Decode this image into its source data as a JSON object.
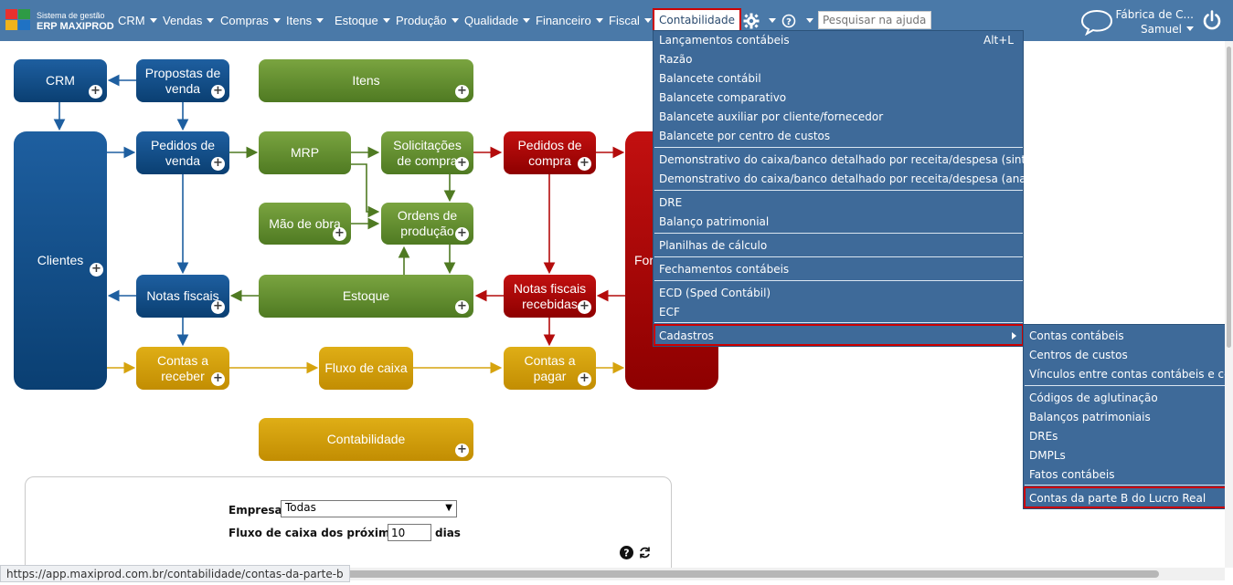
{
  "brand": {
    "line1": "Sistema de gestão",
    "line2": "ERP MAXIPROD"
  },
  "nav": {
    "items": [
      "CRM",
      "Vendas",
      "Compras",
      "Itens",
      "Estoque",
      "Produção",
      "Qualidade",
      "Financeiro",
      "Fiscal"
    ],
    "active": "Contabilidade",
    "search_placeholder": "Pesquisar na ajuda...",
    "company": "Fábrica de C...",
    "user": "Samuel"
  },
  "flow": {
    "crm": "CRM",
    "propostas": "Propostas de venda",
    "itens": "Itens",
    "clientes": "Clientes",
    "pedidos_venda": "Pedidos de venda",
    "mrp": "MRP",
    "solicitacoes": "Solicitações de compra",
    "pedidos_compra": "Pedidos de compra",
    "fornecedores": "For",
    "mao_obra": "Mão de obra",
    "ordens": "Ordens de produção",
    "notas_fiscais": "Notas fiscais",
    "estoque": "Estoque",
    "notas_recebidas": "Notas fiscais recebidas",
    "contas_receber": "Contas a receber",
    "fluxo_caixa": "Fluxo de caixa",
    "contas_pagar": "Contas a pagar",
    "contabilidade": "Contabilidade",
    "plus": "+"
  },
  "panel": {
    "empresa_label": "Empresa",
    "empresa_value": "Todas",
    "fluxo_label": "Fluxo de caixa dos próximos",
    "fluxo_value": "10",
    "dias_label": "dias"
  },
  "menu": {
    "items": [
      "Lançamentos contábeis",
      "Razão",
      "Balancete contábil",
      "Balancete comparativo",
      "Balancete auxiliar por cliente/fornecedor",
      "Balancete por centro de custos",
      "Demonstrativo do caixa/banco detalhado por receita/despesa (sintético)",
      "Demonstrativo do caixa/banco detalhado por receita/despesa (analítico)",
      "DRE",
      "Balanço patrimonial",
      "Planilhas de cálculo",
      "Fechamentos contábeis",
      "ECD (Sped Contábil)",
      "ECF",
      "Cadastros"
    ],
    "shortcut": "Alt+L"
  },
  "submenu": {
    "items": [
      "Contas contábeis",
      "Centros de custos",
      "Vínculos entre contas contábeis e centro",
      "Códigos de aglutinação",
      "Balanços patrimoniais",
      "DREs",
      "DMPLs",
      "Fatos contábeis",
      "Contas da parte B do Lucro Real"
    ]
  },
  "status_url": "https://app.maxiprod.com.br/contabilidade/contas-da-parte-b"
}
